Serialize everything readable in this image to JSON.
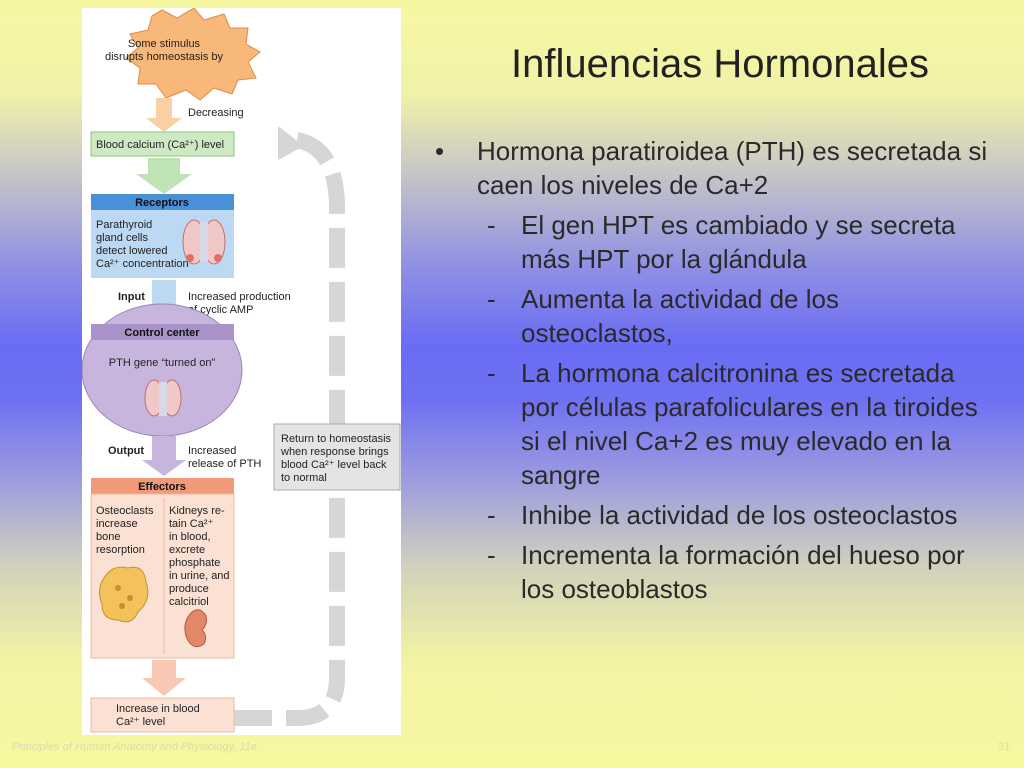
{
  "slide": {
    "title": "Influencias Hormonales",
    "bullet_main": "Hormona paratiroidea (PTH) es secretada si caen los niveles de Ca+2",
    "sub_bullets": [
      "El gen HPT es  cambiado y se secreta más HPT por la glándula",
      "Aumenta la actividad de los osteoclastos,",
      "La hormona calcitronina es secretada por células parafoliculares en la tiroides si el nivel Ca+2 es muy elevado en la sangre",
      "Inhibe la actividad de los osteoclastos",
      "Incrementa la formación del hueso por los osteoblastos"
    ],
    "bullet_marker": "•",
    "dash_marker": "-"
  },
  "footer": {
    "left": "Principles of Human Anatomy and Physiology, 11e",
    "right": "31"
  },
  "diagram": {
    "stimulus": [
      "Some stimulus",
      "disrupts homeostasis by"
    ],
    "decreasing": "Decreasing",
    "variable": "Blood calcium (Ca²⁺) level",
    "receptors_title": "Receptors",
    "receptors_text": [
      "Parathyroid",
      "gland cells",
      "detect lowered",
      "Ca²⁺ concentration"
    ],
    "input_label": "Input",
    "input_text": [
      "Increased production",
      "of cyclic AMP"
    ],
    "control_title": "Control center",
    "control_text": "PTH gene “turned on”",
    "output_label": "Output",
    "output_text": [
      "Increased",
      "release of PTH"
    ],
    "return_text": [
      "Return to homeostasis",
      "when response brings",
      "blood Ca²⁺ level back",
      "to normal"
    ],
    "effectors_title": "Effectors",
    "effectors_left": [
      "Osteoclasts",
      "increase",
      "bone",
      "resorption"
    ],
    "effectors_right": [
      "Kidneys re-",
      "tain Ca²⁺",
      "in blood,",
      "excrete",
      "phosphate",
      "in urine, and",
      "produce",
      "calcitriol"
    ],
    "result": [
      "Increase in blood",
      "Ca²⁺ level"
    ],
    "colors": {
      "stimulus": "#f7b87a",
      "variable_box": "#cfe9c4",
      "green_arrow": "#bfe3b4",
      "receptors_header": "#4a90d9",
      "receptors_body": "#bcd8f2",
      "control": "#c8b5de",
      "purple_arrow": "#c8b5de",
      "effectors_header": "#f09a7a",
      "effectors_body": "#fbe0d4",
      "return_arrow": "#dcdcdc"
    }
  }
}
